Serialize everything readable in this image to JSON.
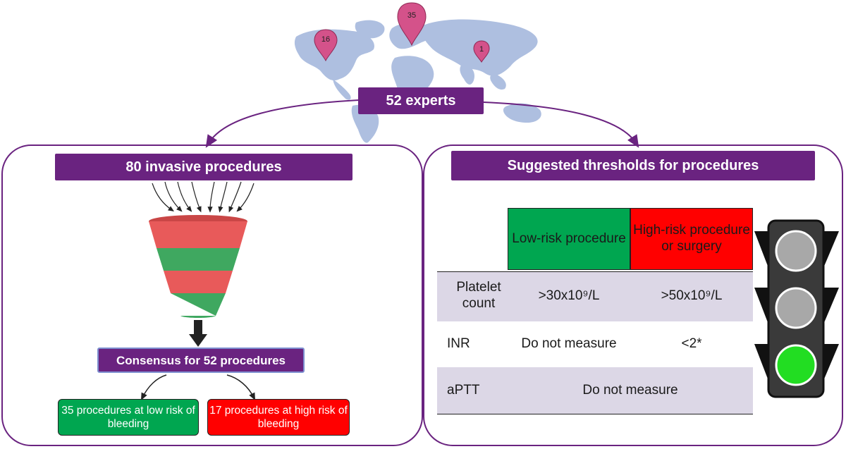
{
  "experts_box": {
    "label": "52 experts"
  },
  "map_pins": [
    {
      "count": "35"
    },
    {
      "count": "16"
    },
    {
      "count": "1"
    }
  ],
  "left_panel": {
    "title": "80 invasive procedures",
    "consensus": "Consensus for 52 procedures",
    "low_risk_outcome": "35 procedures at low risk of bleeding",
    "high_risk_outcome": "17 procedures at high risk of bleeding"
  },
  "right_panel": {
    "title": "Suggested thresholds for  procedures",
    "table": {
      "headers": [
        "Low-risk procedure",
        "High-risk procedure or surgery"
      ],
      "rows": [
        {
          "label": "Platelet count",
          "low": ">30x10⁹/L",
          "high": ">50x10⁹/L"
        },
        {
          "label": "INR",
          "low": "Do not measure",
          "high": "<2*"
        },
        {
          "label": "aPTT",
          "merged": "Do not measure"
        }
      ]
    }
  },
  "colors": {
    "purple": "#6a2380",
    "green": "#00a650",
    "red": "#ff0000",
    "map_blue": "#aebfe0",
    "pin_pink": "#d4528a",
    "row_shade": "#dcd7e6",
    "funnel_red": "#e85a5a",
    "funnel_green": "#3fa860",
    "traffic_light_body": "#3a3a3a",
    "light_gray": "#a8a8a8",
    "light_green": "#22dd22"
  },
  "icons": [
    "world-map-icon",
    "map-pin-icon",
    "funnel-icon",
    "traffic-light-icon"
  ]
}
